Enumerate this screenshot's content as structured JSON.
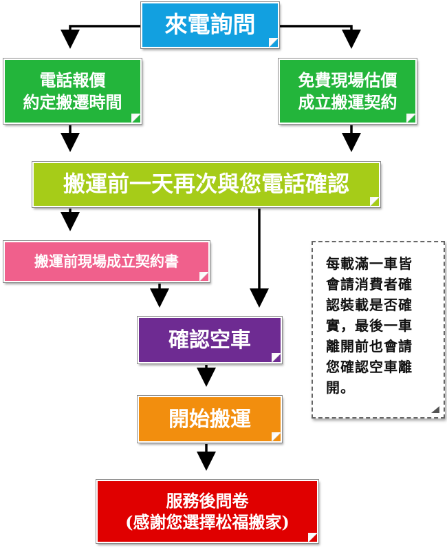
{
  "flowchart": {
    "inquiry": {
      "label": "來電詢問",
      "color": "#12a0e0"
    },
    "phone_quote": {
      "line1": "電話報價",
      "line2": "約定搬遷時間",
      "color": "#23b53b"
    },
    "onsite_estimate": {
      "line1": "免費現場估價",
      "line2": "成立搬運契約",
      "color": "#23b53b"
    },
    "day_before_confirm": {
      "label": "搬運前一天再次與您電話確認",
      "color": "#a6cc18"
    },
    "onsite_contract": {
      "label": "搬運前現場成立契約書",
      "color": "#f0608c"
    },
    "confirm_empty": {
      "label": "確認空車",
      "color": "#6e2b92"
    },
    "start_moving": {
      "label": "開始搬運",
      "color": "#f28e0e"
    },
    "survey": {
      "line1": "服務後問卷",
      "line2": "(感謝您選擇松福搬家)",
      "color": "#e00000"
    }
  },
  "note": {
    "lines": [
      "每載滿一車皆",
      "會請消費者確",
      "認裝載是否確",
      "實，最後一車",
      "離開前也會請",
      "您確認空車離",
      "開。"
    ]
  }
}
